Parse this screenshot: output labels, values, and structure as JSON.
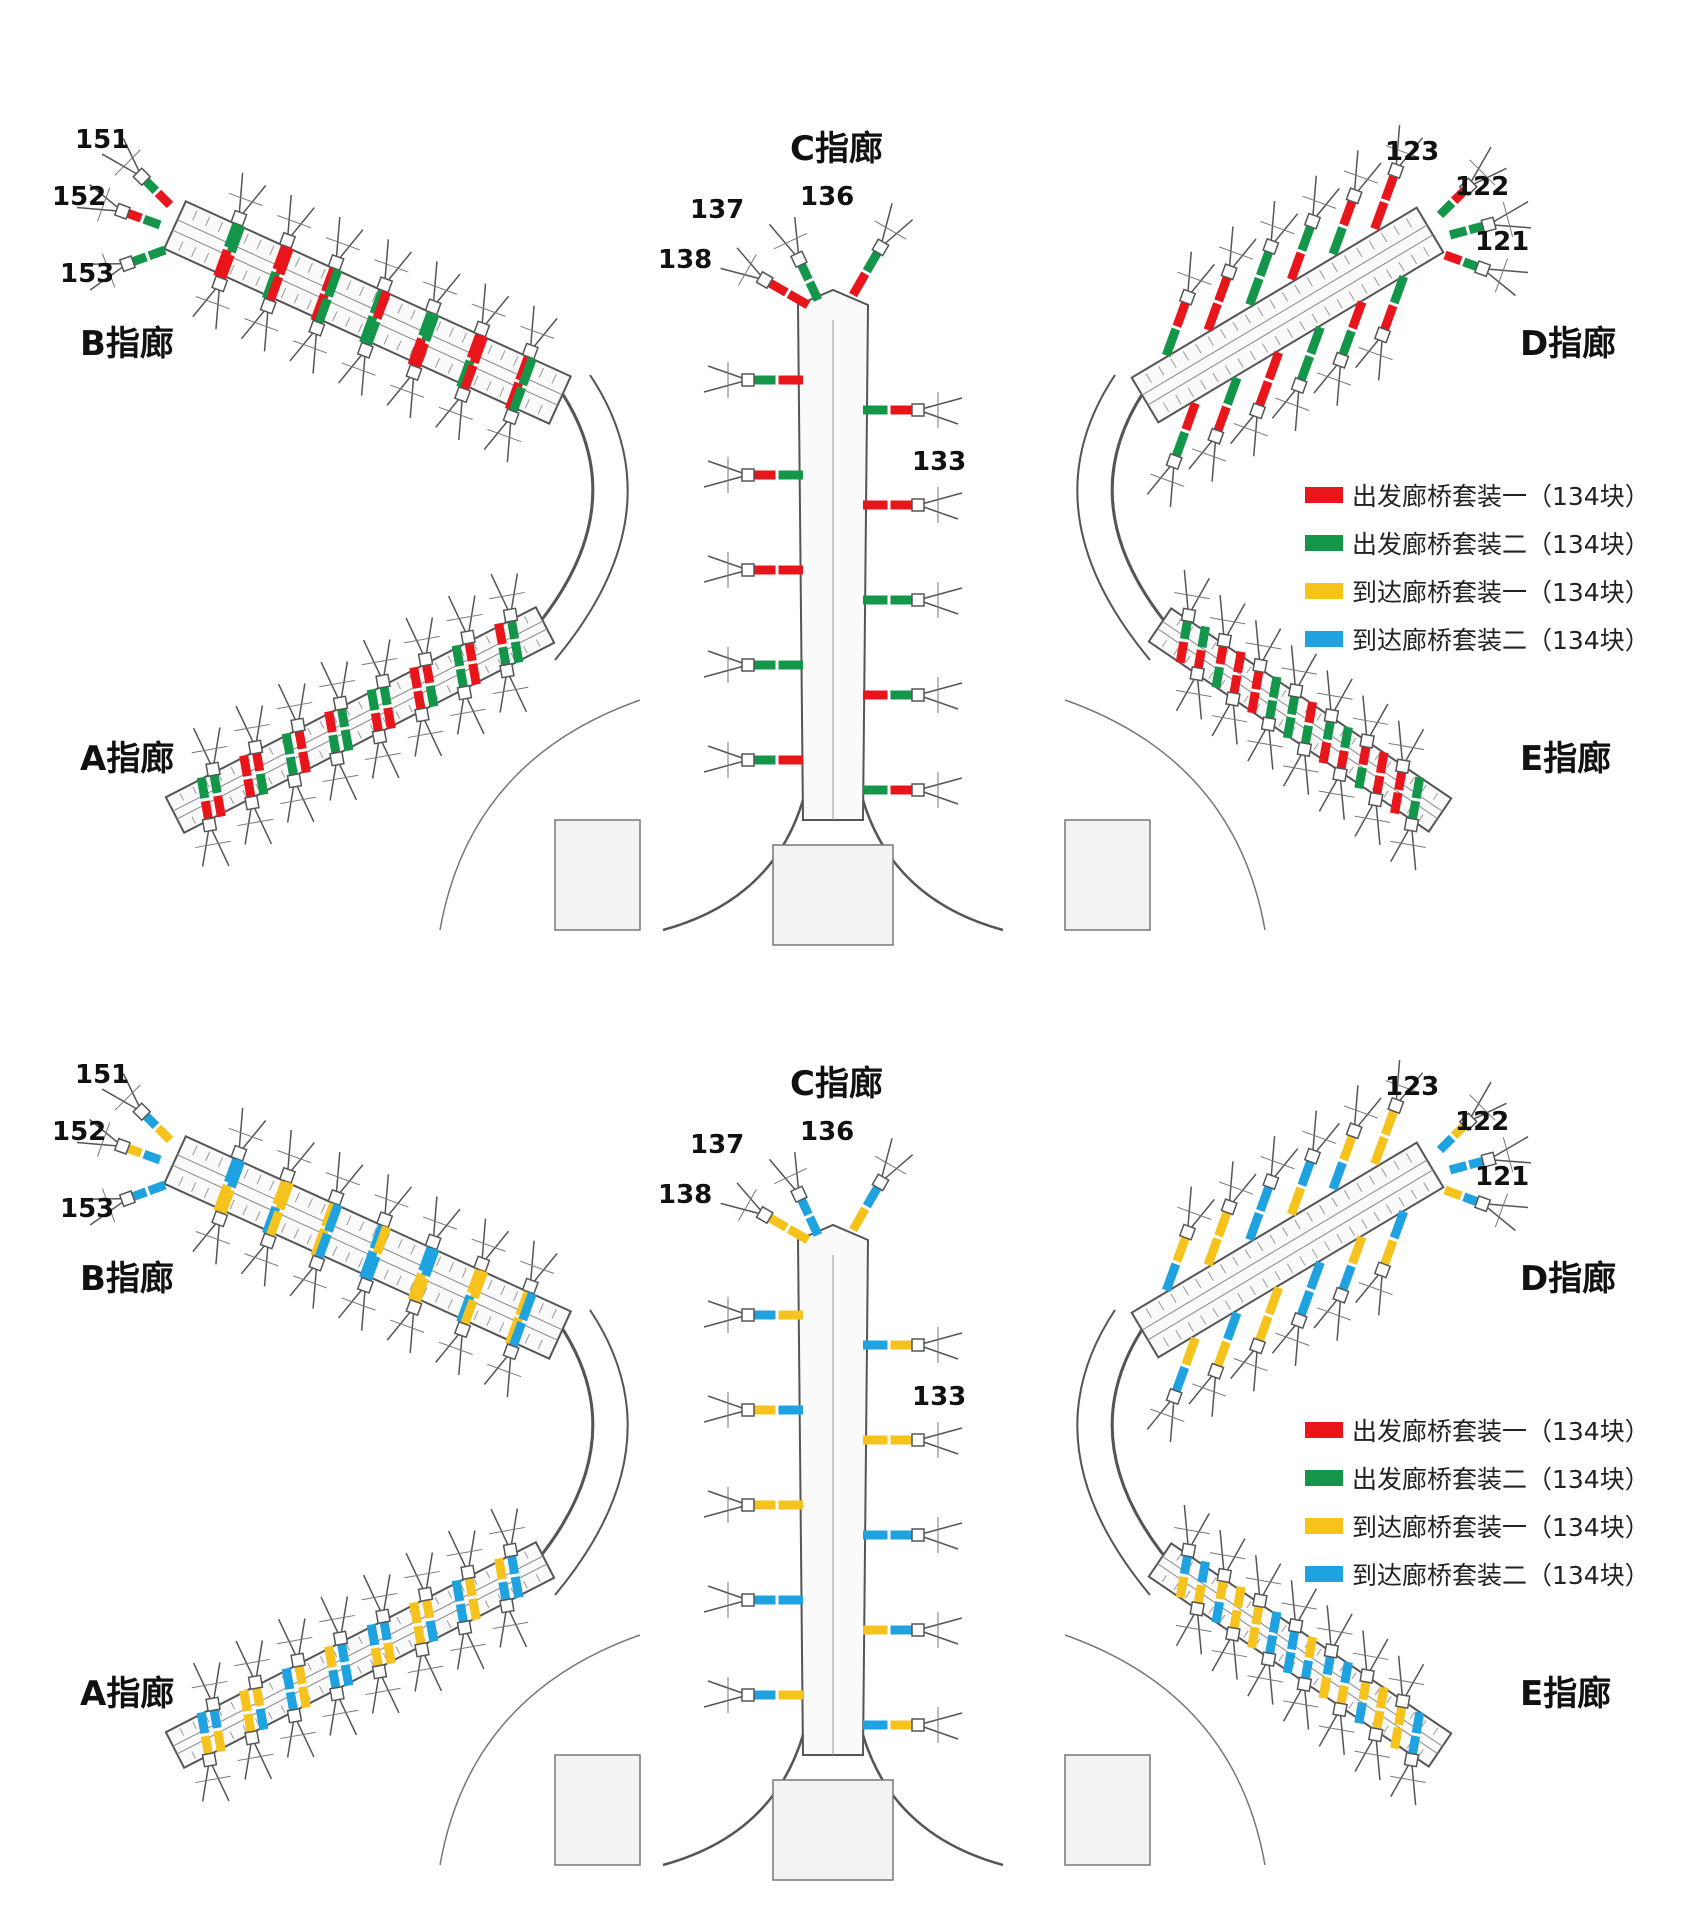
{
  "panels": [
    {
      "id": "departure",
      "piers": [
        "A指廊",
        "B指廊",
        "C指廊",
        "D指廊",
        "E指廊"
      ],
      "gates": [
        "151",
        "152",
        "153",
        "137",
        "136",
        "138",
        "133",
        "123",
        "122",
        "121"
      ],
      "legend": [
        {
          "label": "出发廊桥套装一（134块）",
          "color": "#e8151b"
        },
        {
          "label": "出发廊桥套装二（134块）",
          "color": "#14964a"
        },
        {
          "label": "到达廊桥套装一（134块）",
          "color": "#f6c31c"
        },
        {
          "label": "到达廊桥套装二（134块）",
          "color": "#1fa3e0"
        }
      ]
    },
    {
      "id": "arrival",
      "piers": [
        "A指廊",
        "B指廊",
        "C指廊",
        "D指廊",
        "E指廊"
      ],
      "gates": [
        "151",
        "152",
        "153",
        "137",
        "136",
        "138",
        "133",
        "123",
        "122",
        "121"
      ],
      "legend": [
        {
          "label": "出发廊桥套装一（134块）",
          "color": "#e8151b"
        },
        {
          "label": "出发廊桥套装二（134块）",
          "color": "#14964a"
        },
        {
          "label": "到达廊桥套装一（134块）",
          "color": "#f6c31c"
        },
        {
          "label": "到达廊桥套装二（134块）",
          "color": "#1fa3e0"
        }
      ]
    }
  ],
  "colors": {
    "red": "#e8151b",
    "green": "#14964a",
    "yellow": "#f6c31c",
    "blue": "#1fa3e0",
    "line": "#555555"
  }
}
